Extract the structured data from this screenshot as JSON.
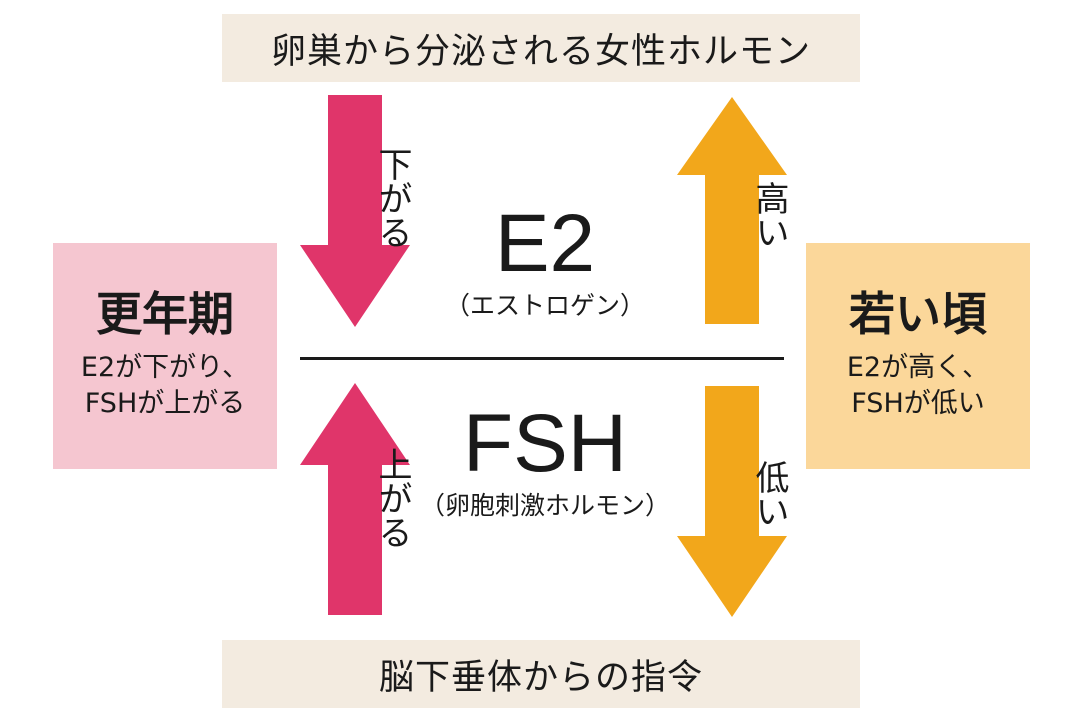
{
  "top_band": {
    "text": "卵巣から分泌される女性ホルモン"
  },
  "bottom_band": {
    "text": "脳下垂体からの指令"
  },
  "menopause": {
    "title": "更年期",
    "line1": "E2が下がり、",
    "line2": "FSHが上がる"
  },
  "youth": {
    "title": "若い頃",
    "line1": "E2が高く、",
    "line2": "FSHが低い"
  },
  "e2": {
    "name": "E2",
    "subtitle": "（エストロゲン）"
  },
  "fsh": {
    "name": "FSH",
    "subtitle": "（卵胞刺激ホルモン）"
  },
  "arrows": {
    "e2_down": "下がる",
    "fsh_up": "上がる",
    "e2_up": "高い",
    "fsh_down": "低い"
  },
  "colors": {
    "pink_arrow": "#e0356a",
    "orange_arrow": "#f2a71b",
    "band_bg": "#f3ebe0",
    "menopause_bg": "#f5c6d0",
    "youth_bg": "#fbd79a"
  }
}
